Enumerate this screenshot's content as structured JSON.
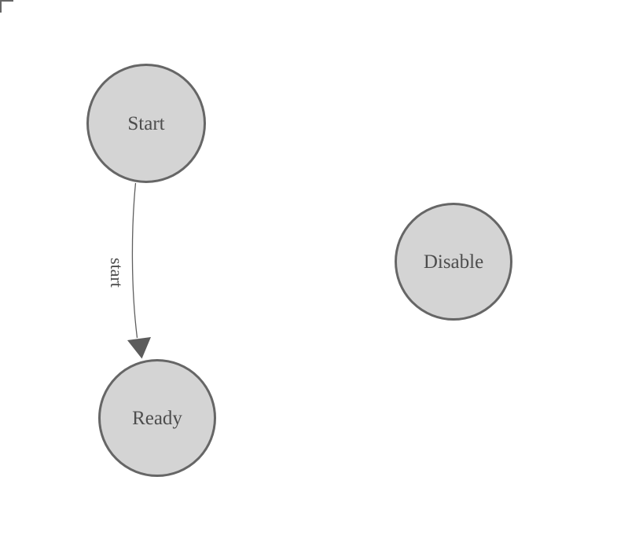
{
  "canvas": {
    "background_color": "#ffffff",
    "corner_mark_color": "#666666"
  },
  "nodes": [
    {
      "id": "start",
      "label": "Start"
    },
    {
      "id": "ready",
      "label": "Ready"
    },
    {
      "id": "disable",
      "label": "Disable"
    }
  ],
  "edges": [
    {
      "source": "Start",
      "target": "Ready",
      "label": "start"
    }
  ],
  "style": {
    "node_fill": "#d4d4d4",
    "node_border": "#666666",
    "edge_color": "#5f5f5f",
    "arrowhead_color": "#5c5c5c",
    "label_color": "#4d4d4d"
  }
}
